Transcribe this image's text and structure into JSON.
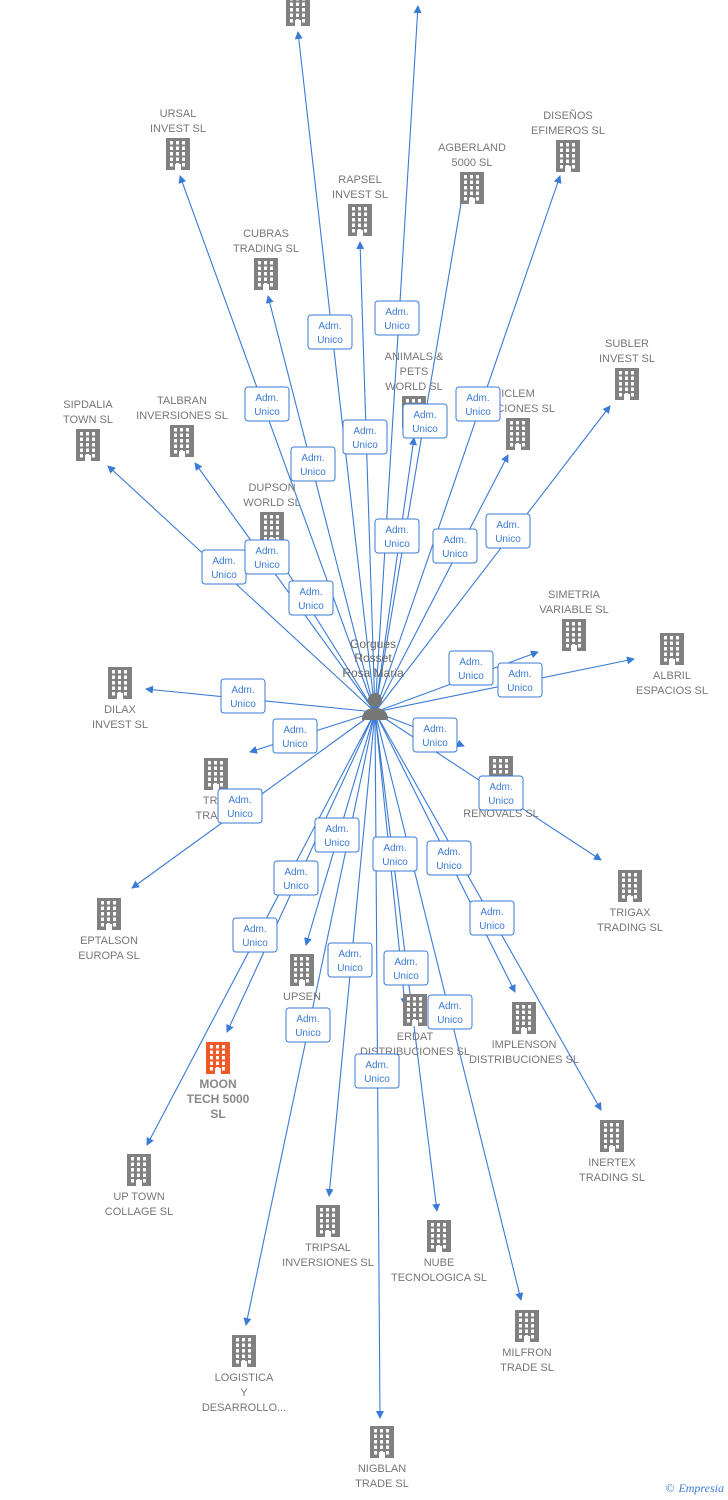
{
  "colors": {
    "edge": "#3a7bd5",
    "building": "#808080",
    "highlight": "#f05a28",
    "person": "#777777"
  },
  "center": {
    "name_lines": [
      "Gorgues",
      "Rosset",
      "Rosa Maria"
    ],
    "icon": "person-icon"
  },
  "edge_label": [
    "Adm.",
    "Unico"
  ],
  "footer": {
    "copyright": "©",
    "brand": "Empresia"
  },
  "nodes": [
    {
      "id": "top1",
      "lines": []
    },
    {
      "id": "ursal",
      "lines": [
        "URSAL",
        "INVEST SL"
      ]
    },
    {
      "id": "disenos",
      "lines": [
        "DISEÑOS",
        "EFIMEROS SL"
      ]
    },
    {
      "id": "agberland",
      "lines": [
        "AGBERLAND",
        "5000 SL"
      ]
    },
    {
      "id": "rapsel",
      "lines": [
        "RAPSEL",
        "INVEST SL"
      ]
    },
    {
      "id": "cubras",
      "lines": [
        "CUBRAS",
        "TRADING SL"
      ]
    },
    {
      "id": "animals",
      "lines": [
        "ANIMALS &",
        "PETS",
        "WORLD SL"
      ]
    },
    {
      "id": "subler",
      "lines": [
        "SUBLER",
        "INVEST SL"
      ]
    },
    {
      "id": "iclem",
      "lines": [
        "ICLEM",
        "BUCIONES SL"
      ]
    },
    {
      "id": "sipdalia",
      "lines": [
        "SIPDALIA",
        "TOWN SL"
      ]
    },
    {
      "id": "talbran",
      "lines": [
        "TALBRAN",
        "INVERSIONES SL"
      ]
    },
    {
      "id": "dupson",
      "lines": [
        "DUPSON",
        "WORLD SL"
      ]
    },
    {
      "id": "simetria",
      "lines": [
        "SIMETRIA",
        "VARIABLE SL"
      ]
    },
    {
      "id": "albril",
      "lines": [
        "ALBRIL",
        "ESPACIOS SL"
      ]
    },
    {
      "id": "dilax",
      "lines": [
        "DILAX",
        "INVEST SL"
      ]
    },
    {
      "id": "trig",
      "lines": [
        "TRIG",
        "TRADIN"
      ]
    },
    {
      "id": "renovals",
      "lines": [
        "S",
        "RENOVALS SL"
      ]
    },
    {
      "id": "trigax",
      "lines": [
        "TRIGAX",
        "TRADING SL"
      ]
    },
    {
      "id": "eptalson",
      "lines": [
        "EPTALSON",
        "EUROPA SL"
      ]
    },
    {
      "id": "upsen",
      "lines": [
        "UPSEN",
        "TRA"
      ]
    },
    {
      "id": "erdat",
      "lines": [
        "ERDAT",
        "DISTRIBUCIONES SL"
      ]
    },
    {
      "id": "implenson",
      "lines": [
        "IMPLENSON",
        "DISTRIBUCIONES SL"
      ]
    },
    {
      "id": "moon",
      "lines": [
        "MOON",
        "TECH 5000",
        "SL"
      ],
      "highlight": true
    },
    {
      "id": "inertex",
      "lines": [
        "INERTEX",
        "TRADING SL"
      ]
    },
    {
      "id": "uptown",
      "lines": [
        "UP TOWN",
        "COLLAGE SL"
      ]
    },
    {
      "id": "tripsal",
      "lines": [
        "TRIPSAL",
        "INVERSIONES SL"
      ]
    },
    {
      "id": "nube",
      "lines": [
        "NUBE",
        "TECNOLOGICA SL"
      ]
    },
    {
      "id": "milfron",
      "lines": [
        "MILFRON",
        "TRADE SL"
      ]
    },
    {
      "id": "logistica",
      "lines": [
        "LOGISTICA",
        "Y",
        "DESARROLLO..."
      ]
    },
    {
      "id": "nigblan",
      "lines": [
        "NIGBLAN",
        "TRADE SL"
      ]
    }
  ]
}
